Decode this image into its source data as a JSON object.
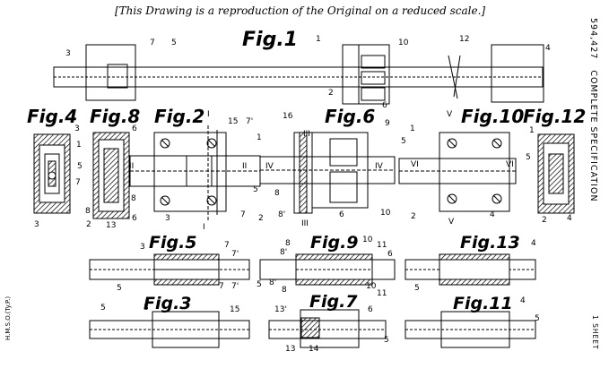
{
  "header": "[This Drawing is a reproduction of the Original on a reduced scale.]",
  "spec_number": "594,427",
  "spec_label": "COMPLETE SPECIFICATION",
  "sheet_label": "1 SHEET",
  "hmso": "H.M.S.O.(Ty.P.)",
  "figures": [
    "Fig.1",
    "Fig.2",
    "Fig.3",
    "Fig.4",
    "Fig.5",
    "Fig.6",
    "Fig.7",
    "Fig.8",
    "Fig.9",
    "Fig.10",
    "Fig.11",
    "Fig.12",
    "Fig.13"
  ],
  "ref": {
    "n1": "1",
    "n2": "2",
    "n3": "3",
    "n4": "4",
    "n5": "5",
    "n6": "6",
    "n7": "7",
    "n7p": "7'",
    "n8": "8",
    "n8p": "8'",
    "n9": "9",
    "n10": "10",
    "n11": "11",
    "n12": "12",
    "n13": "13",
    "n13p": "13'",
    "n14": "14",
    "n15": "15",
    "n16": "16",
    "rI": "I",
    "rII": "II",
    "rIII": "III",
    "rIV": "IV",
    "rV": "V",
    "rVI": "VI"
  }
}
